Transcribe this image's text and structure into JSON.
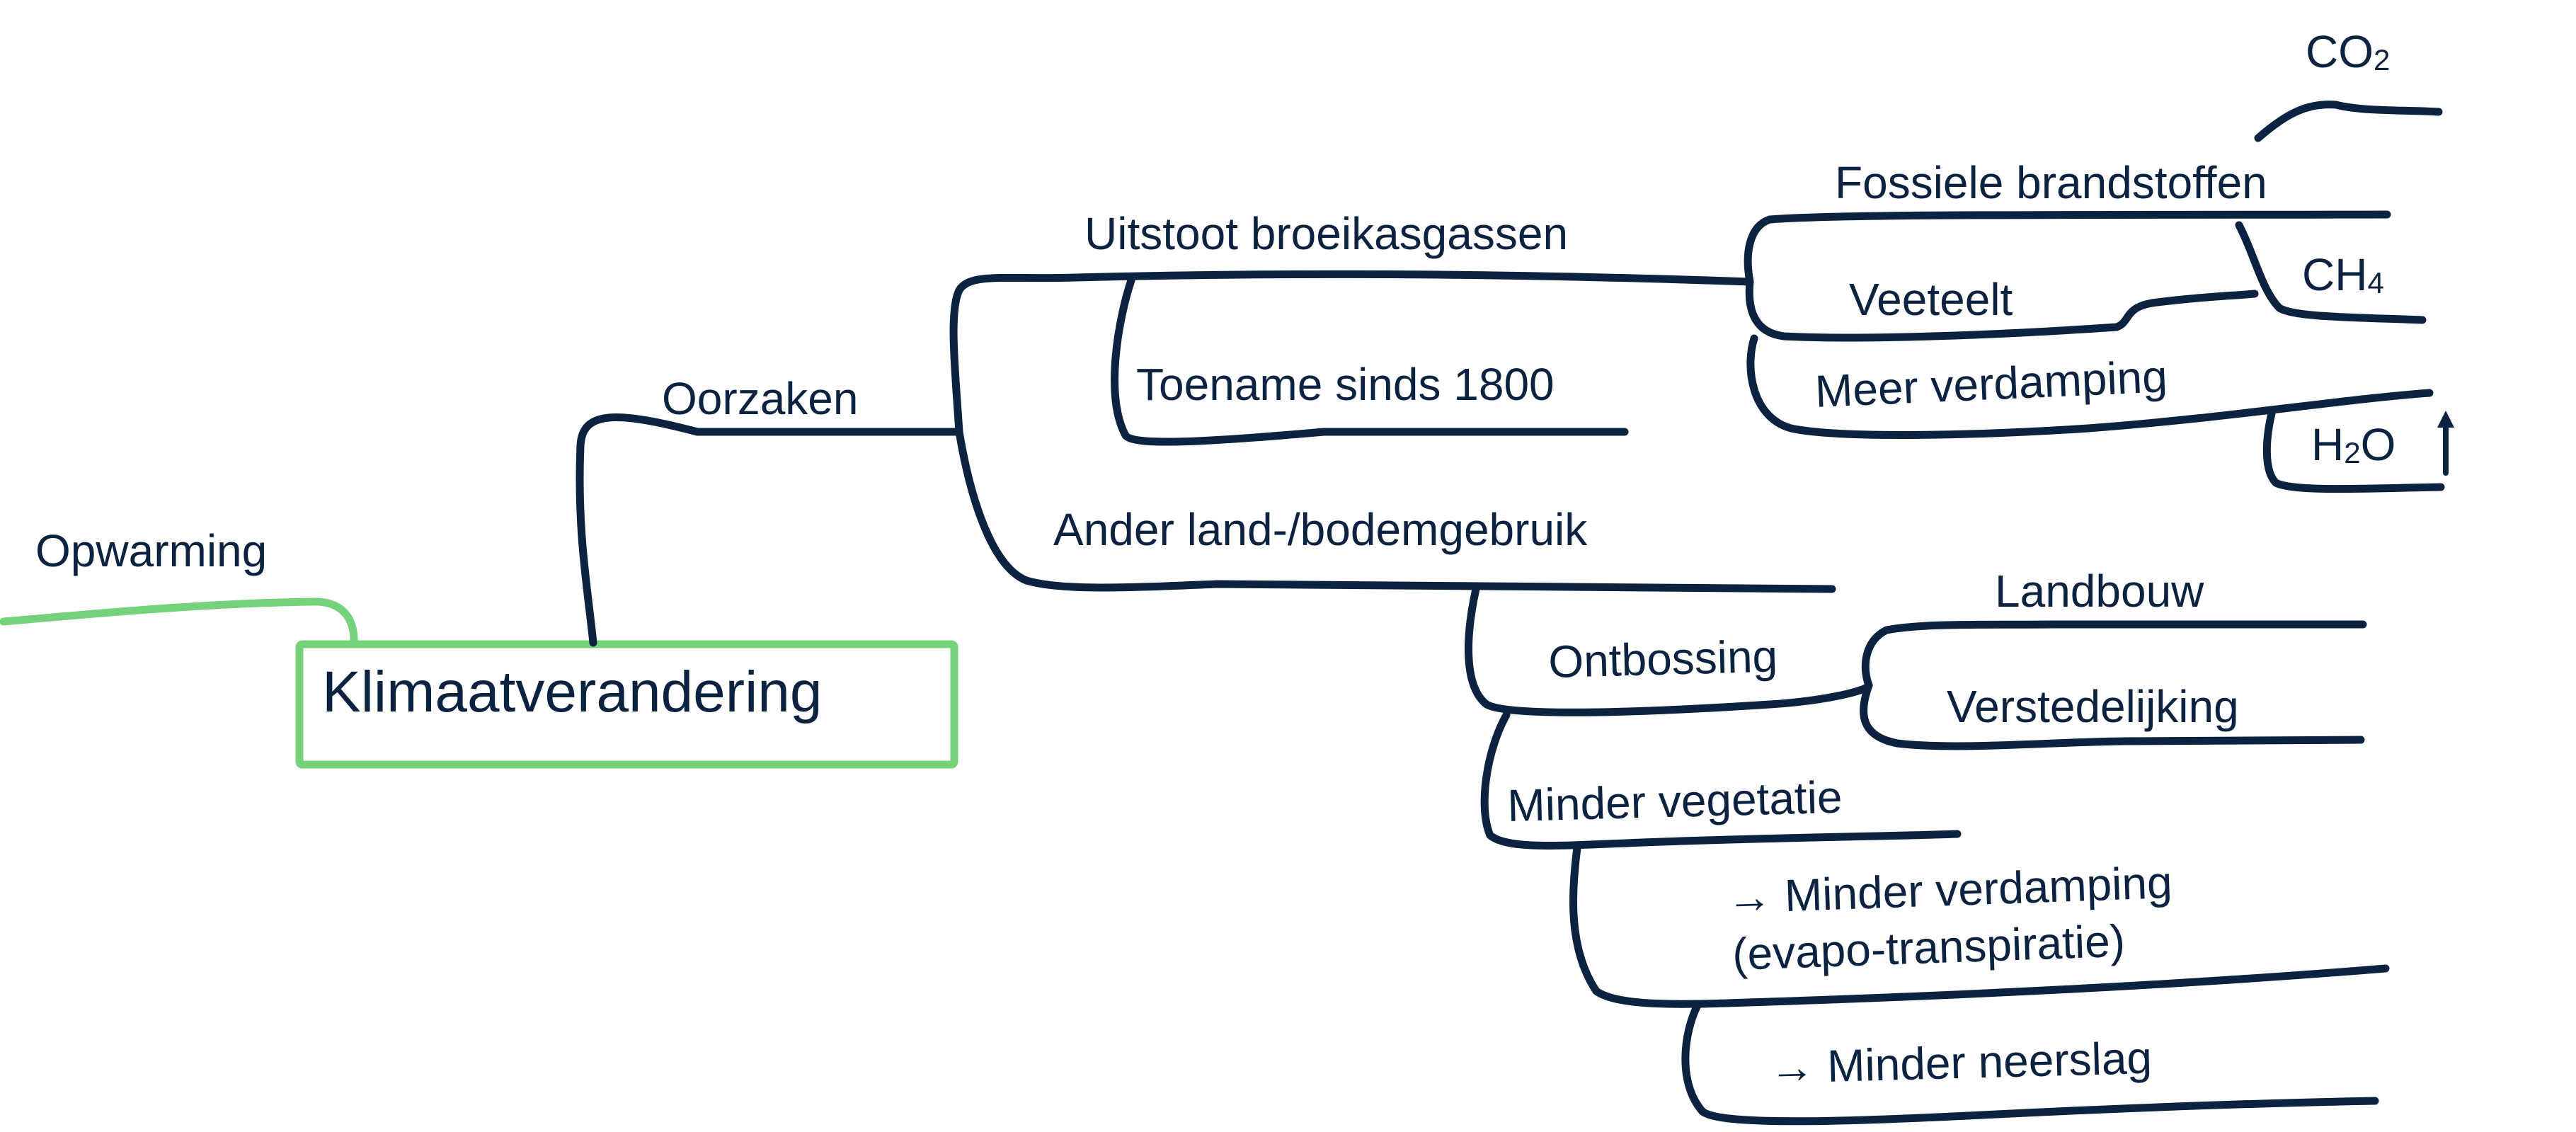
{
  "diagram": {
    "root": "Klimaatverandering",
    "colors": {
      "line": "#0b2240",
      "root_outline": "#74d37a",
      "text": "#0b2240"
    },
    "labels": {
      "opwarming": "Opwarming",
      "oorzaken": "Oorzaken",
      "uitstoot": "Uitstoot broeikasgassen",
      "toename": "Toename sinds 1800",
      "fossiele": "Fossiele brandstoffen",
      "veeteelt": "Veeteelt",
      "meer_verdamping": "Meer verdamping",
      "co2_main": "CO",
      "co2_sub": "2",
      "ch4_main": "CH",
      "ch4_sub": "4",
      "h2o_h": "H",
      "h2o_sub": "2",
      "h2o_o": "O",
      "ander_land": "Ander land-/bodemgebruik",
      "ontbossing": "Ontbossing",
      "landbouw": "Landbouw",
      "verstedelijking": "Verstedelijking",
      "minder_vegetatie": "Minder vegetatie",
      "minder_verdamping_1": "→ Minder verdamping",
      "minder_verdamping_2": "(evapo-transpiratie)",
      "minder_neerslag": "→ Minder neerslag"
    },
    "icons": {
      "increase": "up-arrow-icon"
    }
  }
}
